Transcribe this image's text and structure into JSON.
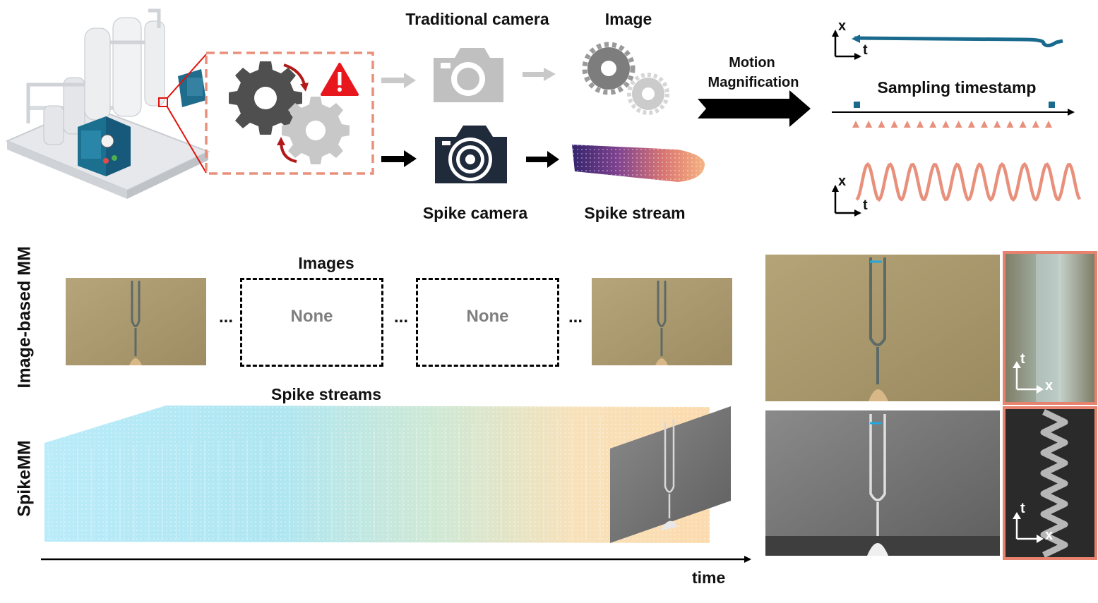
{
  "top": {
    "traditional_camera": "Traditional camera",
    "image": "Image",
    "spike_camera": "Spike camera",
    "spike_stream": "Spike stream",
    "motion_magnification_line1": "Motion",
    "motion_magnification_line2": "Magnification",
    "sampling_timestamp": "Sampling timestamp",
    "axis_x": "x",
    "axis_t": "t"
  },
  "bottom": {
    "images_title": "Images",
    "none_label": "None",
    "ellipsis": "...",
    "spike_streams_title": "Spike streams",
    "row_image_based": "Image-based MM",
    "row_spikemm": "SpikeMM",
    "time_label": "time",
    "axis_x": "x",
    "axis_t": "t"
  },
  "colors": {
    "salmon": "#e8907c",
    "salmon_dark": "#e6826d",
    "teal": "#1a6a8e",
    "dark_red": "#b21a1a",
    "warning_red": "#e8171d",
    "gray_light": "#c0c0c0",
    "navy": "#1f2a3a"
  }
}
